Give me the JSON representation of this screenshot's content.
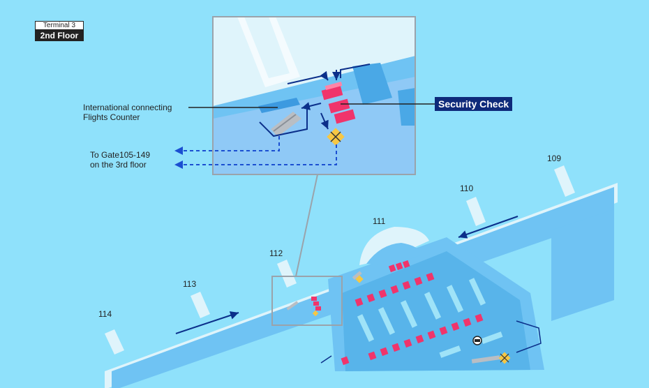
{
  "badge": {
    "terminal": "Terminal 3",
    "floor": "2nd Floor"
  },
  "labels": {
    "connecting_counter_line1": "International connecting",
    "connecting_counter_line2": "Flights Counter",
    "gate_transfer_line1": "To Gate105-149",
    "gate_transfer_line2": "on the 3rd floor",
    "security_check": "Security Check"
  },
  "gates": [
    "114",
    "113",
    "112",
    "111",
    "110",
    "109"
  ],
  "colors": {
    "background": "#8fe1fb",
    "corridor": "#6fc3f3",
    "walkway": "#e8f7fd",
    "security": "#f0346b",
    "escalator": "#b9bec4",
    "arrow": "#0b2f8a"
  },
  "icons": [
    "escalator-icon",
    "elevator-icon",
    "security-booth-icon",
    "direction-arrow-icon"
  ]
}
